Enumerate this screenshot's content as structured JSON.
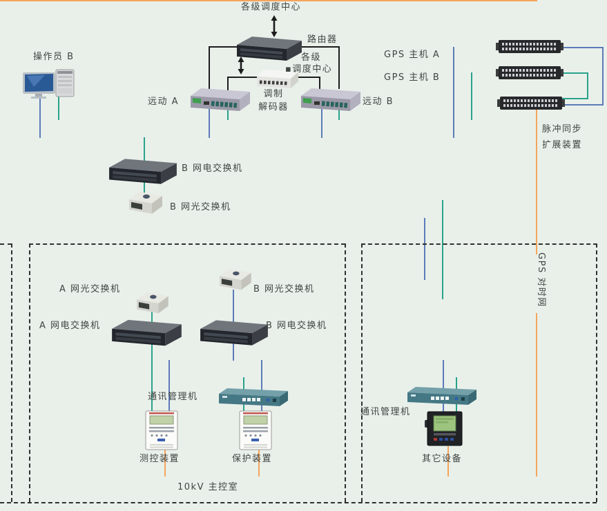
{
  "labels": {
    "operator_b": "操作员 B",
    "dispatch_center_top": "各级调度中心",
    "router": "路由器",
    "dispatch_level": "各级",
    "dispatch_center_mid": "▪调度中心",
    "modem_line1": "调制",
    "modem_line2": "解码器",
    "rtu_a": "远动 A",
    "rtu_b": "远动 B",
    "gps_host_a": "GPS 主机 A",
    "gps_host_b": "GPS 主机 B",
    "pulse_sync_line1": "脉冲同步",
    "pulse_sync_line2": "扩展装置",
    "b_net_electric_switch_top": "B 网电交换机",
    "b_net_optical_switch_top": "B 网光交换机",
    "a_net_optical_switch": "A 网光交换机",
    "b_net_optical_switch": "B 网光交换机",
    "a_net_electric_switch": "A 网电交换机",
    "b_net_electric_switch": "B 网电交换机",
    "comm_manager_left": "通讯管理机",
    "comm_manager_right": "通讯管理机",
    "measure_control_device": "测控装置",
    "protection_device": "保护装置",
    "other_devices": "其它设备",
    "control_room": "10kV 主控室",
    "gps_timing_net": "GPS 对时网"
  },
  "colors": {
    "network_blue": "#5b7ab8",
    "network_green": "#29a28b",
    "gps_orange": "#f4a45b",
    "serial_black": "#1c1c1c",
    "background": "#e9f0ea",
    "dashed_border": "#2f2f2f",
    "label_text": "#3f4542"
  },
  "icons": {
    "router": "rack-router-icon",
    "rtu": "ethernet-switch-icon",
    "modem": "modem-icon",
    "gps": "rack-strip-icon",
    "electric_switch": "rack-switch-icon",
    "optical_switch": "optical-switch-icon",
    "comm_manager": "comm-manager-icon",
    "panel": "protection-panel-icon",
    "meter": "meter-icon",
    "workstation": "workstation-icon"
  }
}
